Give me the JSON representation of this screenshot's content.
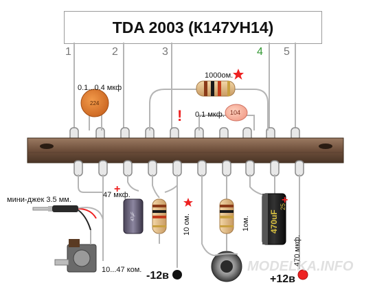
{
  "title": "TDA 2003 (К147УН14)",
  "pin_numbers": [
    "1",
    "2",
    "3",
    "4",
    "5"
  ],
  "labels": {
    "cap_small": "0.1...0.4 мкф",
    "cap_small_marking": "224",
    "r_feedback": "1000ом.",
    "cap_mid": "0.1 мкф.",
    "cap_mid_marking": "104",
    "exclamation": "!",
    "cap_47": "47 мкф.",
    "minijack": "мини-джек 3.5 мм.",
    "r_10": "10 ом.",
    "r_1": "1ом.",
    "cap_470": "470 мкф.",
    "cap_470_marking_a": "470uF",
    "cap_470_marking_b": "25",
    "pot": "10...47 ком.",
    "minus_supply": "-12в",
    "plus_supply": "+12в",
    "watermark": "MODELKA.INFO",
    "plus_sign": "+"
  },
  "colors": {
    "rail": "#7a5a44",
    "wire": "#b5b5b5",
    "red_mark": "#ee2222",
    "green_pin": "#339933",
    "gray_pin": "#777777"
  }
}
